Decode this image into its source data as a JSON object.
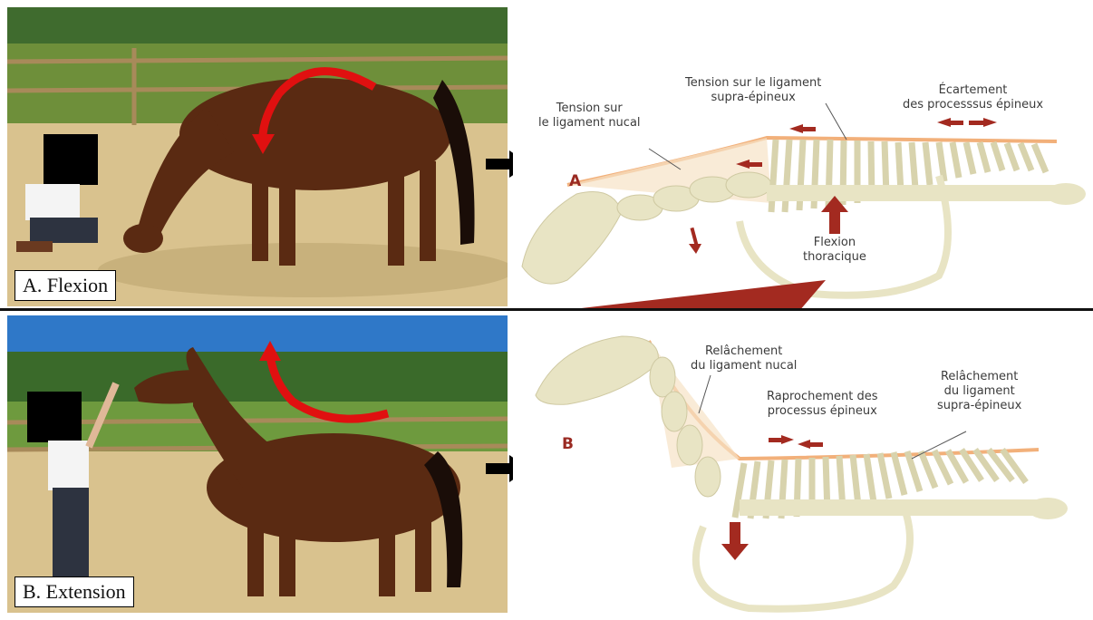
{
  "panel_a": {
    "caption": "A. Flexion",
    "letter": "A",
    "labels": {
      "nucal": [
        "Tension sur",
        "le ligament nucal"
      ],
      "supra": [
        "Tension sur le ligament",
        "supra-épineux"
      ],
      "ecartement": [
        "Écartement",
        "des processsus épineux"
      ],
      "flexion": [
        "Flexion",
        "thoracique"
      ]
    }
  },
  "panel_b": {
    "caption": "B. Extension",
    "letter": "B",
    "labels": {
      "nucal": [
        "Relâchement",
        "du ligament nucal"
      ],
      "raprochement": [
        "Raprochement des",
        "processus épineux"
      ],
      "supra": [
        "Relâchement",
        "du ligament",
        "supra-épineux"
      ]
    }
  },
  "colors": {
    "arrow_red": "#e01010",
    "dark_red": "#a32a20",
    "bone": "#e8e4c4",
    "ligament": "#f2b07a"
  }
}
